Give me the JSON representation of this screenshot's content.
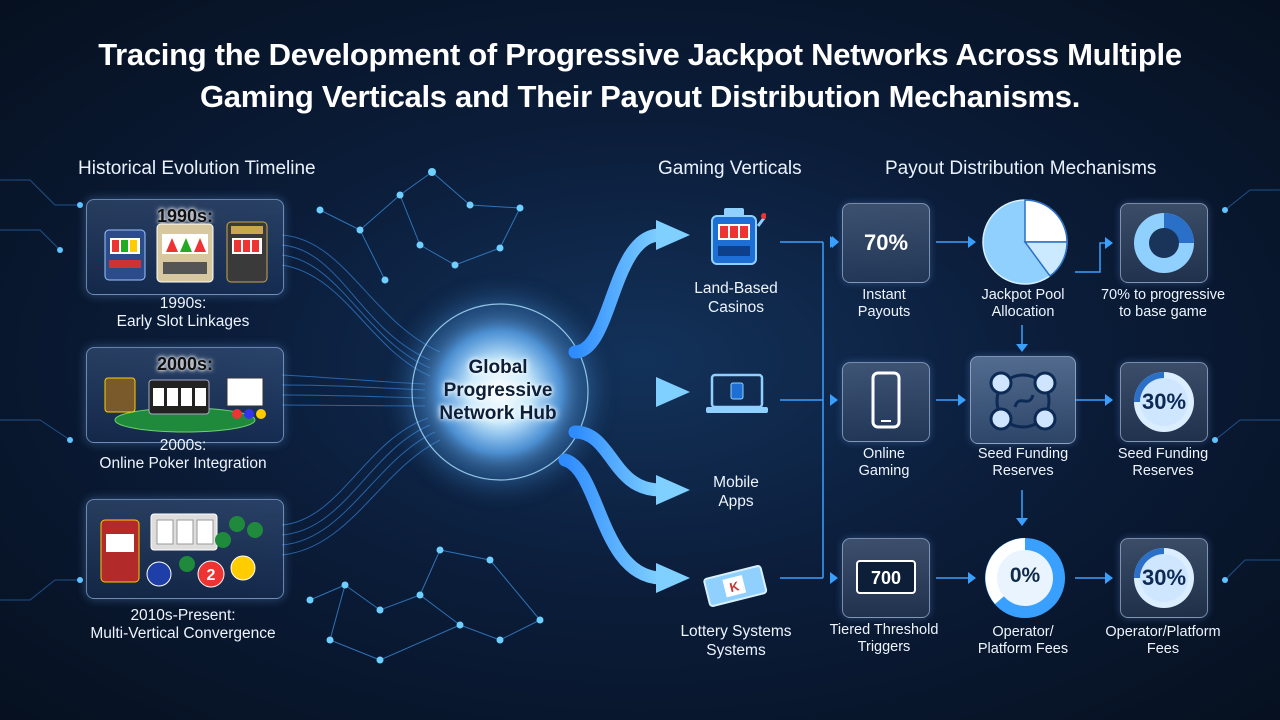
{
  "title": "Tracing the Development of Progressive Jackpot Networks Across Multiple Gaming Verticals and Their Payout Distribution Mechanisms.",
  "sections": {
    "timeline": "Historical Evolution Timeline",
    "verticals": "Gaming Verticals",
    "payouts": "Payout Distribution Mechanisms"
  },
  "timeline": [
    {
      "header": "1990s:",
      "caption_line1": "1990s:",
      "caption_line2": "Early Slot Linkages"
    },
    {
      "header": "2000s:",
      "caption_line1": "2000s:",
      "caption_line2": "Online Poker Integration"
    },
    {
      "header": "",
      "caption_line1": "2010s-Present:",
      "caption_line2": "Multi-Vertical Convergence"
    }
  ],
  "hub": {
    "line1": "Global",
    "line2": "Progressive",
    "line3": "Network Hub"
  },
  "verticals": [
    {
      "line1": "Land-Based",
      "line2": "Casinos",
      "icon": "slot-machine-icon"
    },
    {
      "line1": "",
      "line2": "",
      "icon": "laptop-icon"
    },
    {
      "line1": "Mobile",
      "line2": "Apps",
      "icon": ""
    },
    {
      "line1": "Lottery Systems",
      "line2": "Systems",
      "icon": "lottery-ticket-icon"
    }
  ],
  "payouts": {
    "instant": {
      "value": "70%",
      "line1": "Instant",
      "line2": "Payouts"
    },
    "jackpot_pool": {
      "line1": "Jackpot Pool",
      "line2": "Allocation"
    },
    "progressive_split": {
      "line1": "70% to progressive",
      "line2": "to base game"
    },
    "online_gaming": {
      "line1": "Online",
      "line2": "Gaming",
      "icon": "smartphone-icon"
    },
    "seed_reserves": {
      "line1": "Seed Funding",
      "line2": "Reserves",
      "icon": "network-cycle-icon"
    },
    "seed_pct": {
      "value": "30%",
      "line1": "Seed Funding",
      "line2": "Reserves"
    },
    "tiered": {
      "value": "700",
      "line1": "Tiered Threshold",
      "line2": "Triggers"
    },
    "operator_pie": {
      "value": "0%",
      "line1": "Operator/",
      "line2": "Platform Fees"
    },
    "operator_pct": {
      "value": "30%",
      "line1": "Operator/Platform",
      "line2": "Fees"
    }
  },
  "colors": {
    "accent": "#3aa0ff",
    "glow": "#7fd4ff",
    "background": "#0b1d3a"
  }
}
